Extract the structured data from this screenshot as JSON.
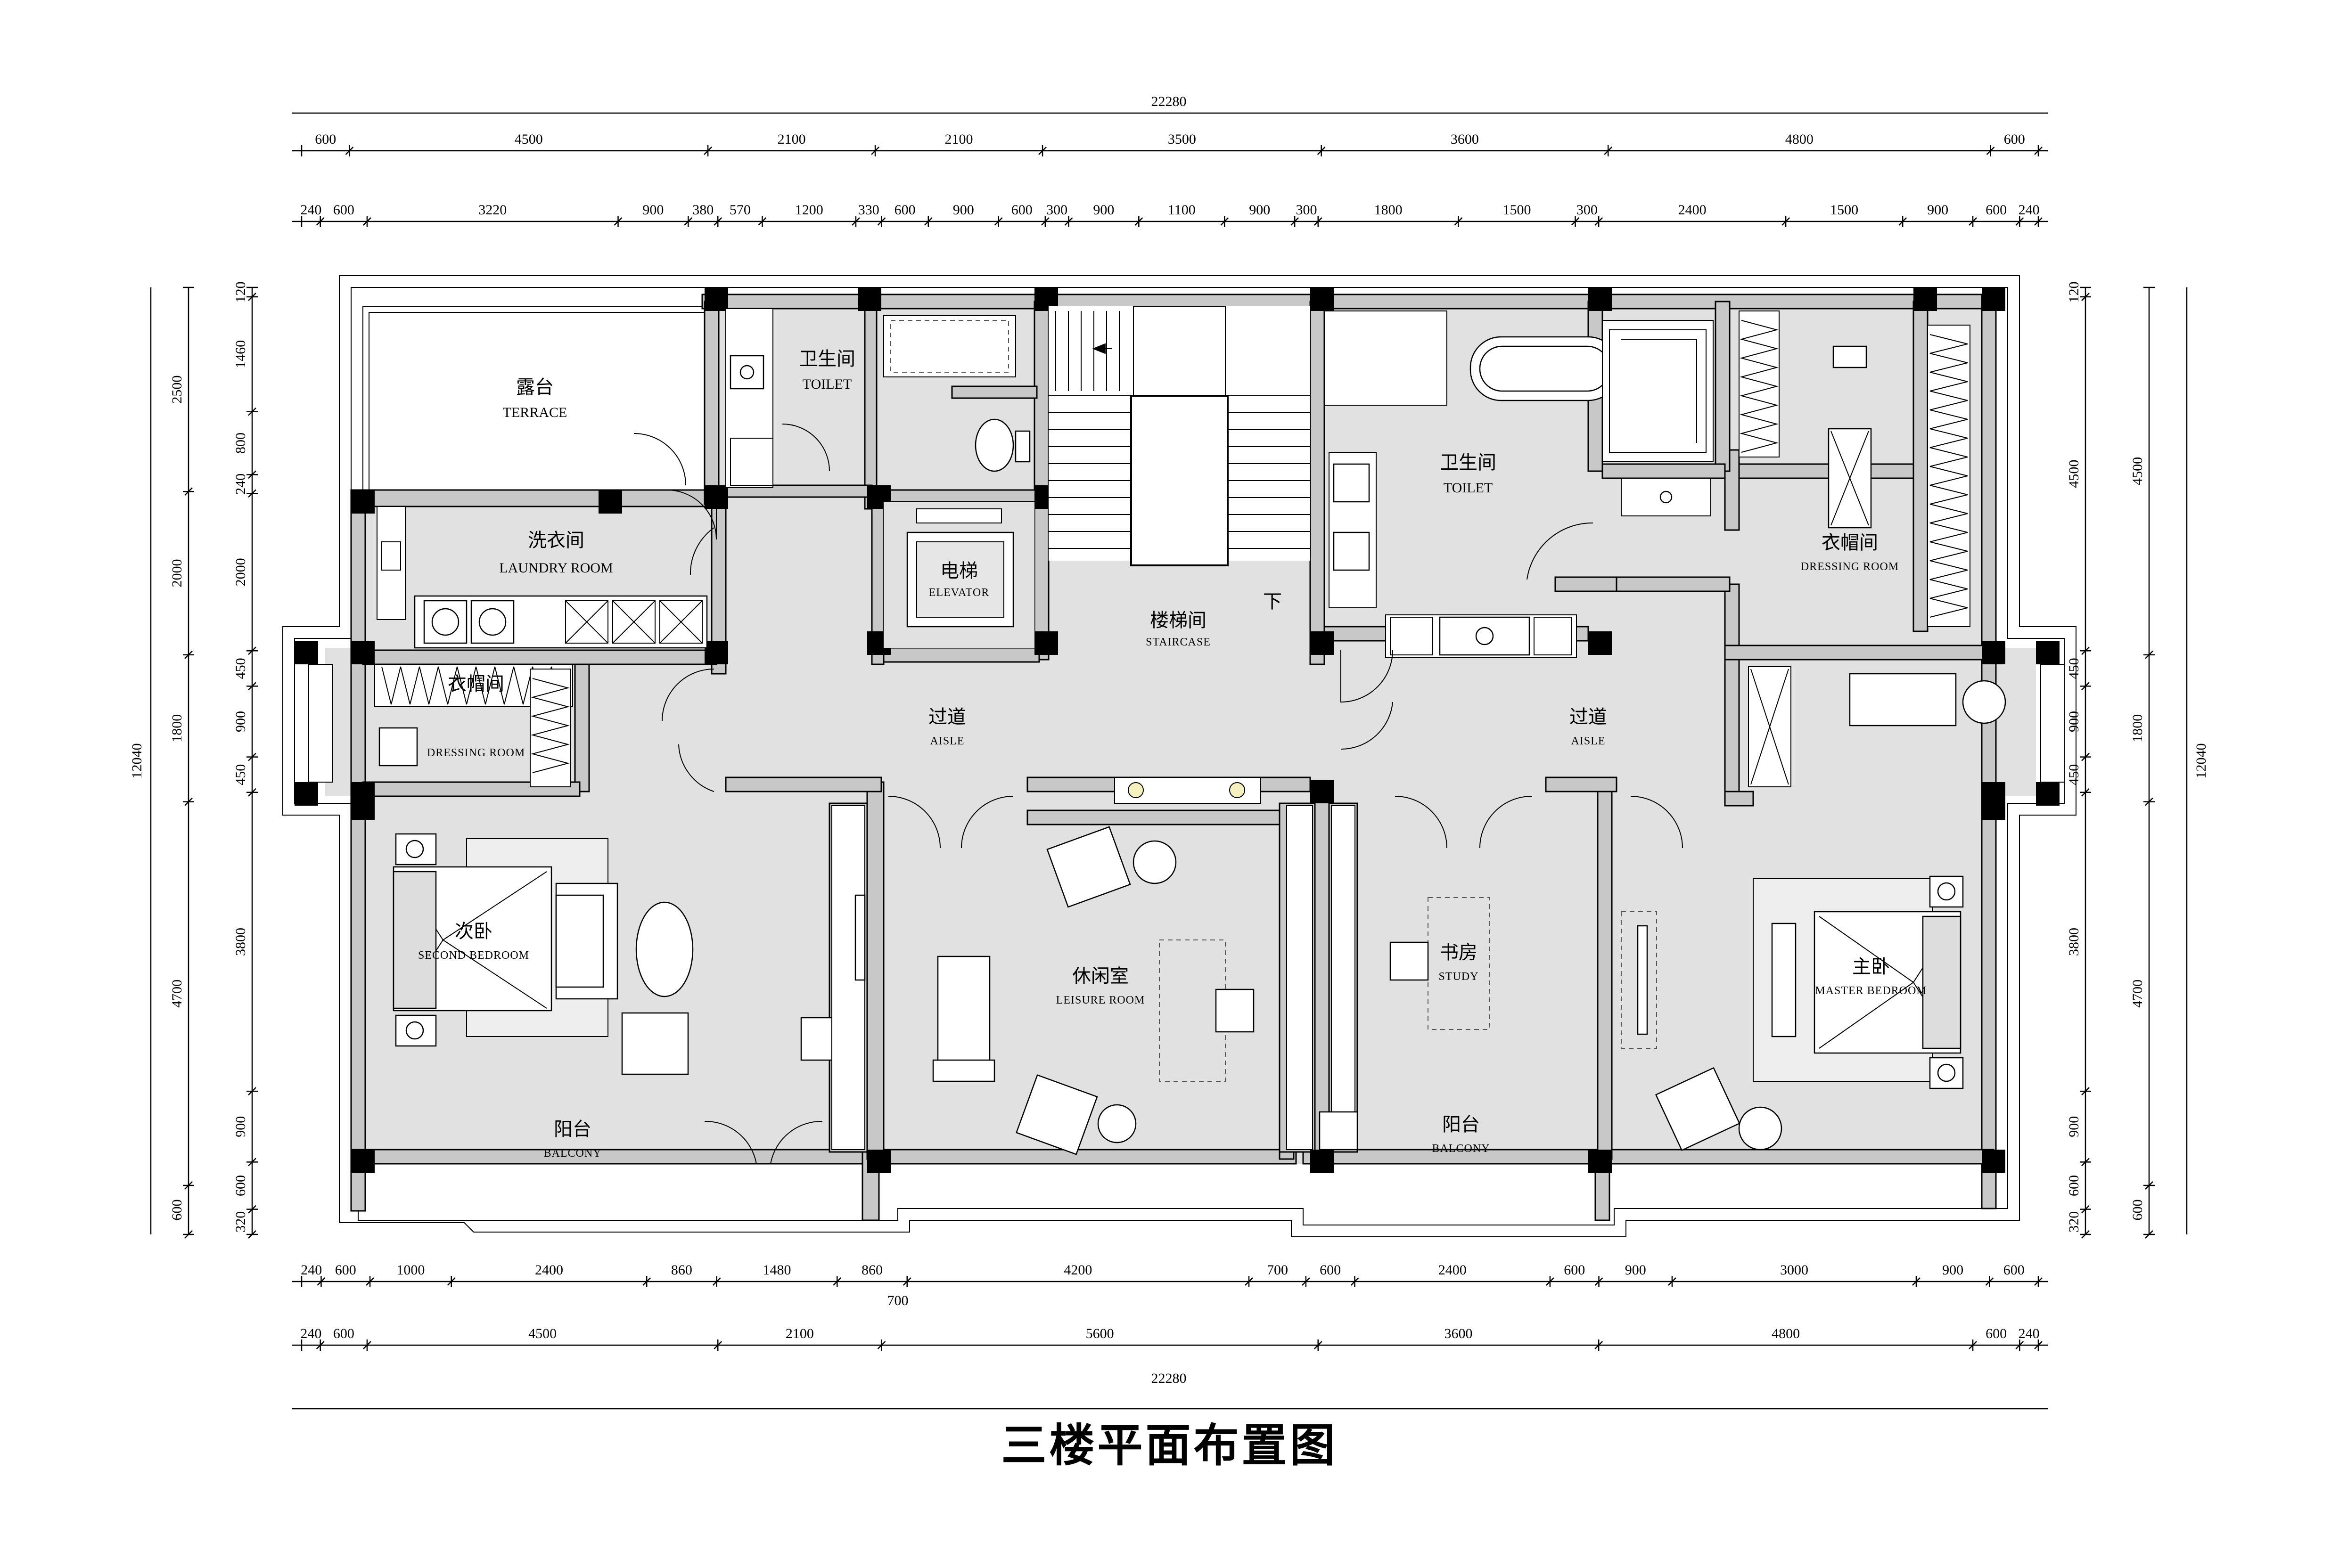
{
  "title": "三楼平面布置图",
  "dimensions": {
    "top_total": "22280",
    "top_row1": [
      "600",
      "4500",
      "2100",
      "2100",
      "3500",
      "3600",
      "4800",
      "600"
    ],
    "top_row2": [
      "240",
      "600",
      "3220",
      "900",
      "380",
      "570",
      "1200",
      "330",
      "600",
      "900",
      "600",
      "300",
      "900",
      "1100",
      "900",
      "300",
      "1800",
      "1500",
      "300",
      "2400",
      "1500",
      "900",
      "600",
      "240"
    ],
    "bottom_total": "22280",
    "bottom_row1": [
      "240",
      "600",
      "1000",
      "2400",
      "860",
      "1480",
      "860",
      "4200",
      "700",
      "600",
      "2400",
      "600",
      "900",
      "3000",
      "900",
      "600"
    ],
    "bottom_mid": "700",
    "bottom_row2": [
      "240",
      "600",
      "4500",
      "2100",
      "5600",
      "3600",
      "4800",
      "600",
      "240"
    ],
    "left_total": "12040",
    "left_outer": [
      "2500",
      "2000",
      "1800",
      "4700",
      "600"
    ],
    "left_inner": [
      "120",
      "1460",
      "800",
      "240",
      "2000",
      "450",
      "900",
      "450",
      "3800",
      "900",
      "600",
      "320"
    ],
    "right_total": "12040",
    "right_outer": [
      "4500",
      "1800",
      "4700",
      "600"
    ],
    "right_inner": [
      "120",
      "4500",
      "450",
      "900",
      "450",
      "3800",
      "900",
      "600",
      "320"
    ]
  },
  "rooms": {
    "terrace": {
      "cn": "露台",
      "en": "TERRACE"
    },
    "toilet_a": {
      "cn": "卫生间",
      "en": "TOILET"
    },
    "toilet_b": {
      "cn": "卫生间",
      "en": "TOILET"
    },
    "laundry": {
      "cn": "洗衣间",
      "en": "LAUNDRY ROOM"
    },
    "elevator": {
      "cn": "电梯",
      "en": "ELEVATOR"
    },
    "staircase": {
      "cn": "楼梯间",
      "en": "STAIRCASE"
    },
    "stair_down": "下",
    "dressing_a": {
      "cn": "衣帽间",
      "en": "DRESSING ROOM"
    },
    "dressing_b": {
      "cn": "衣帽间",
      "en": "DRESSING ROOM"
    },
    "aisle_a": {
      "cn": "过道",
      "en": "AISLE"
    },
    "aisle_b": {
      "cn": "过道",
      "en": "AISLE"
    },
    "second_bedroom": {
      "cn": "次卧",
      "en": "SECOND BEDROOM"
    },
    "leisure": {
      "cn": "休闲室",
      "en": "LEISURE ROOM"
    },
    "study": {
      "cn": "书房",
      "en": "STUDY"
    },
    "master_bedroom": {
      "cn": "主卧",
      "en": "MASTER BEDROOM"
    },
    "balcony_a": {
      "cn": "阳台",
      "en": "BALCONY"
    },
    "balcony_b": {
      "cn": "阳台",
      "en": "BALCONY"
    }
  }
}
